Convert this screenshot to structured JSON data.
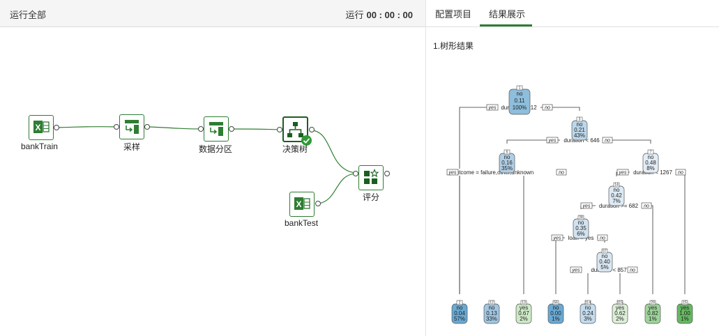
{
  "toolbar": {
    "run_all": "运行全部",
    "timer_label": "运行",
    "timer_value": "00 : 00 : 00"
  },
  "tabs": [
    {
      "label": "配置项目",
      "active": false
    },
    {
      "label": "结果展示",
      "active": true
    }
  ],
  "accent_color": "#2e7d32",
  "workflow_nodes": [
    {
      "id": "banktrain",
      "label": "bankTrain",
      "icon": "excel-icon"
    },
    {
      "id": "sample",
      "label": "采样",
      "icon": "sample-icon"
    },
    {
      "id": "partition",
      "label": "数据分区",
      "icon": "partition-icon"
    },
    {
      "id": "dtree",
      "label": "决策树",
      "icon": "tree-icon",
      "status": "success-check-icon"
    },
    {
      "id": "score",
      "label": "评分",
      "icon": "score-icon"
    },
    {
      "id": "banktest",
      "label": "bankTest",
      "icon": "excel-icon"
    }
  ],
  "result": {
    "section_title": "1.树形结果",
    "tree_nodes": [
      {
        "id": "1",
        "cls": "no",
        "prob": "0.11",
        "pct": "100%",
        "color": "#8dbedc"
      },
      {
        "id": "3",
        "cls": "no",
        "prob": "0.21",
        "pct": "43%",
        "color": "#bcd7ea"
      },
      {
        "id": "6",
        "cls": "no",
        "prob": "0.16",
        "pct": "35%",
        "color": "#b0cfe6"
      },
      {
        "id": "7",
        "cls": "no",
        "prob": "0.48",
        "pct": "8%",
        "color": "#e3edf6"
      },
      {
        "id": "14",
        "cls": "no",
        "prob": "0.42",
        "pct": "7%",
        "color": "#dde9f3"
      },
      {
        "id": "28",
        "cls": "no",
        "prob": "0.35",
        "pct": "6%",
        "color": "#d2e3f0"
      },
      {
        "id": "57",
        "cls": "no",
        "prob": "0.40",
        "pct": "5%",
        "color": "#d9e7f2"
      },
      {
        "id": "2",
        "cls": "no",
        "prob": "0.04",
        "pct": "57%",
        "color": "#6aa9d3"
      },
      {
        "id": "12",
        "cls": "no",
        "prob": "0.13",
        "pct": "33%",
        "color": "#a1c6e1"
      },
      {
        "id": "13",
        "cls": "yes",
        "prob": "0.67",
        "pct": "2%",
        "color": "#cde9c7"
      },
      {
        "id": "56",
        "cls": "no",
        "prob": "0.00",
        "pct": "1%",
        "color": "#6aa9d3"
      },
      {
        "id": "114",
        "cls": "no",
        "prob": "0.24",
        "pct": "3%",
        "color": "#c4dcee"
      },
      {
        "id": "115",
        "cls": "yes",
        "prob": "0.62",
        "pct": "2%",
        "color": "#dcefd7"
      },
      {
        "id": "29",
        "cls": "yes",
        "prob": "0.82",
        "pct": "1%",
        "color": "#9ed49a"
      },
      {
        "id": "15",
        "cls": "yes",
        "prob": "1.00",
        "pct": "1%",
        "color": "#66b862"
      }
    ],
    "splits": [
      {
        "text": "duration < 212",
        "yes": "yes",
        "no": "no"
      },
      {
        "text": "duration < 646",
        "yes": "yes",
        "no": "no"
      },
      {
        "text": "poutcome = failure,other,unknown",
        "yes": "yes",
        "no": "no"
      },
      {
        "text": "duration < 1267",
        "yes": "yes",
        "no": "no"
      },
      {
        "text": "duration >= 682",
        "yes": "yes",
        "no": "no"
      },
      {
        "text": "loan = yes",
        "yes": "yes",
        "no": "no"
      },
      {
        "text": "duration < 857",
        "yes": "yes",
        "no": "no"
      }
    ]
  }
}
